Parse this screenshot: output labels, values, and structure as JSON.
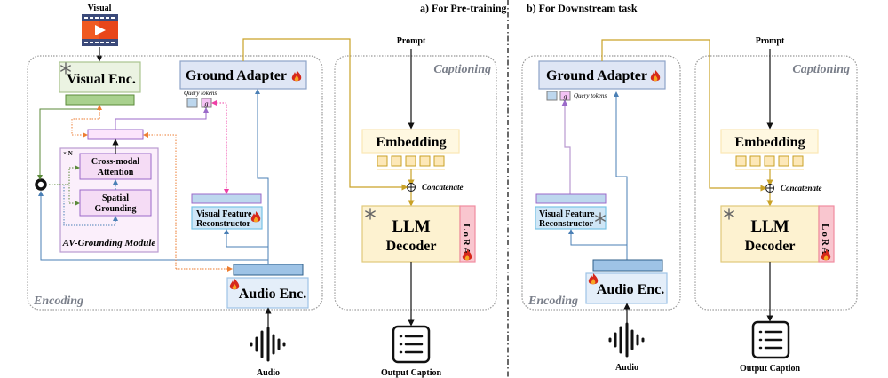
{
  "panels": {
    "a": {
      "heading": "a) For Pre-training",
      "inputs": {
        "visual": "Visual",
        "audio": "Audio",
        "prompt": "Prompt"
      },
      "encoding": {
        "group_label": "Encoding",
        "visual_encoder": {
          "label": "Visual Enc.",
          "state": "frozen"
        },
        "ground_adapter": {
          "label": "Ground Adapter",
          "state": "trainable"
        },
        "query_tokens": {
          "label": "Query tokens",
          "token_symbol": "g"
        },
        "av_grounding_module": {
          "label": "AV-Grounding Module",
          "repeat": "× N",
          "cross_modal_attention": "Cross-modal Attention",
          "cross_modal_attention_lines": [
            "Cross-modal",
            "Attention"
          ],
          "spatial_grounding_lines": [
            "Spatial",
            "Grounding"
          ]
        },
        "visual_feature_reconstructor": {
          "lines": [
            "Visual Feature",
            "Reconstructor"
          ],
          "state": "trainable"
        },
        "audio_encoder": {
          "label": "Audio Enc.",
          "state": "trainable"
        }
      },
      "captioning": {
        "group_label": "Captioning",
        "embedding": "Embedding",
        "concatenate": "Concatenate",
        "llm_decoder_lines": [
          "LLM",
          "Decoder"
        ],
        "llm_state": "frozen",
        "lora": "LoRA",
        "lora_state": "trainable"
      },
      "output": "Output Caption"
    },
    "b": {
      "heading": "b) For Downstream task",
      "inputs": {
        "audio": "Audio",
        "prompt": "Prompt"
      },
      "encoding": {
        "group_label": "Encoding",
        "ground_adapter": {
          "label": "Ground Adapter",
          "state": "trainable"
        },
        "query_tokens": {
          "label": "Query tokens",
          "token_symbol": "g"
        },
        "visual_feature_reconstructor": {
          "lines": [
            "Visual Feature",
            "Reconstructor"
          ],
          "state": "frozen"
        },
        "audio_encoder": {
          "label": "Audio Enc.",
          "state": "trainable"
        }
      },
      "captioning": {
        "group_label": "Captioning",
        "embedding": "Embedding",
        "concatenate": "Concatenate",
        "llm_decoder_lines": [
          "LLM",
          "Decoder"
        ],
        "llm_state": "frozen",
        "lora": "LoRA",
        "lora_state": "trainable"
      },
      "output": "Output Caption"
    }
  },
  "legend_icons": {
    "frozen": "snowflake-icon",
    "trainable": "fire-icon"
  },
  "colors": {
    "visual_enc_fill": "#ebf3e2",
    "visual_enc_stroke": "#a9c48f",
    "visual_feat_fill": "#a9d18e",
    "ground_adapter_fill": "#dfe6f5",
    "ground_adapter_stroke": "#8ea3c9",
    "av_module_fill": "#fbeffb",
    "av_module_stroke": "#b99ad0",
    "reconstructor_fill": "#cfe6f6",
    "reconstructor_stroke": "#79c3e6",
    "audio_enc_fill": "#e4eef9",
    "audio_feat_fill": "#9ec3e6",
    "embedding_fill": "#fff8e1",
    "llm_fill": "#fdf2d0",
    "lora_fill": "#f9c6cf",
    "gold_line": "#c9a227",
    "blue_line": "#4a7fb5",
    "purple_line": "#9b6ac9",
    "orange_line": "#ed7d31",
    "pink_line": "#ee3fa5",
    "green_line": "#5b8a3a"
  }
}
